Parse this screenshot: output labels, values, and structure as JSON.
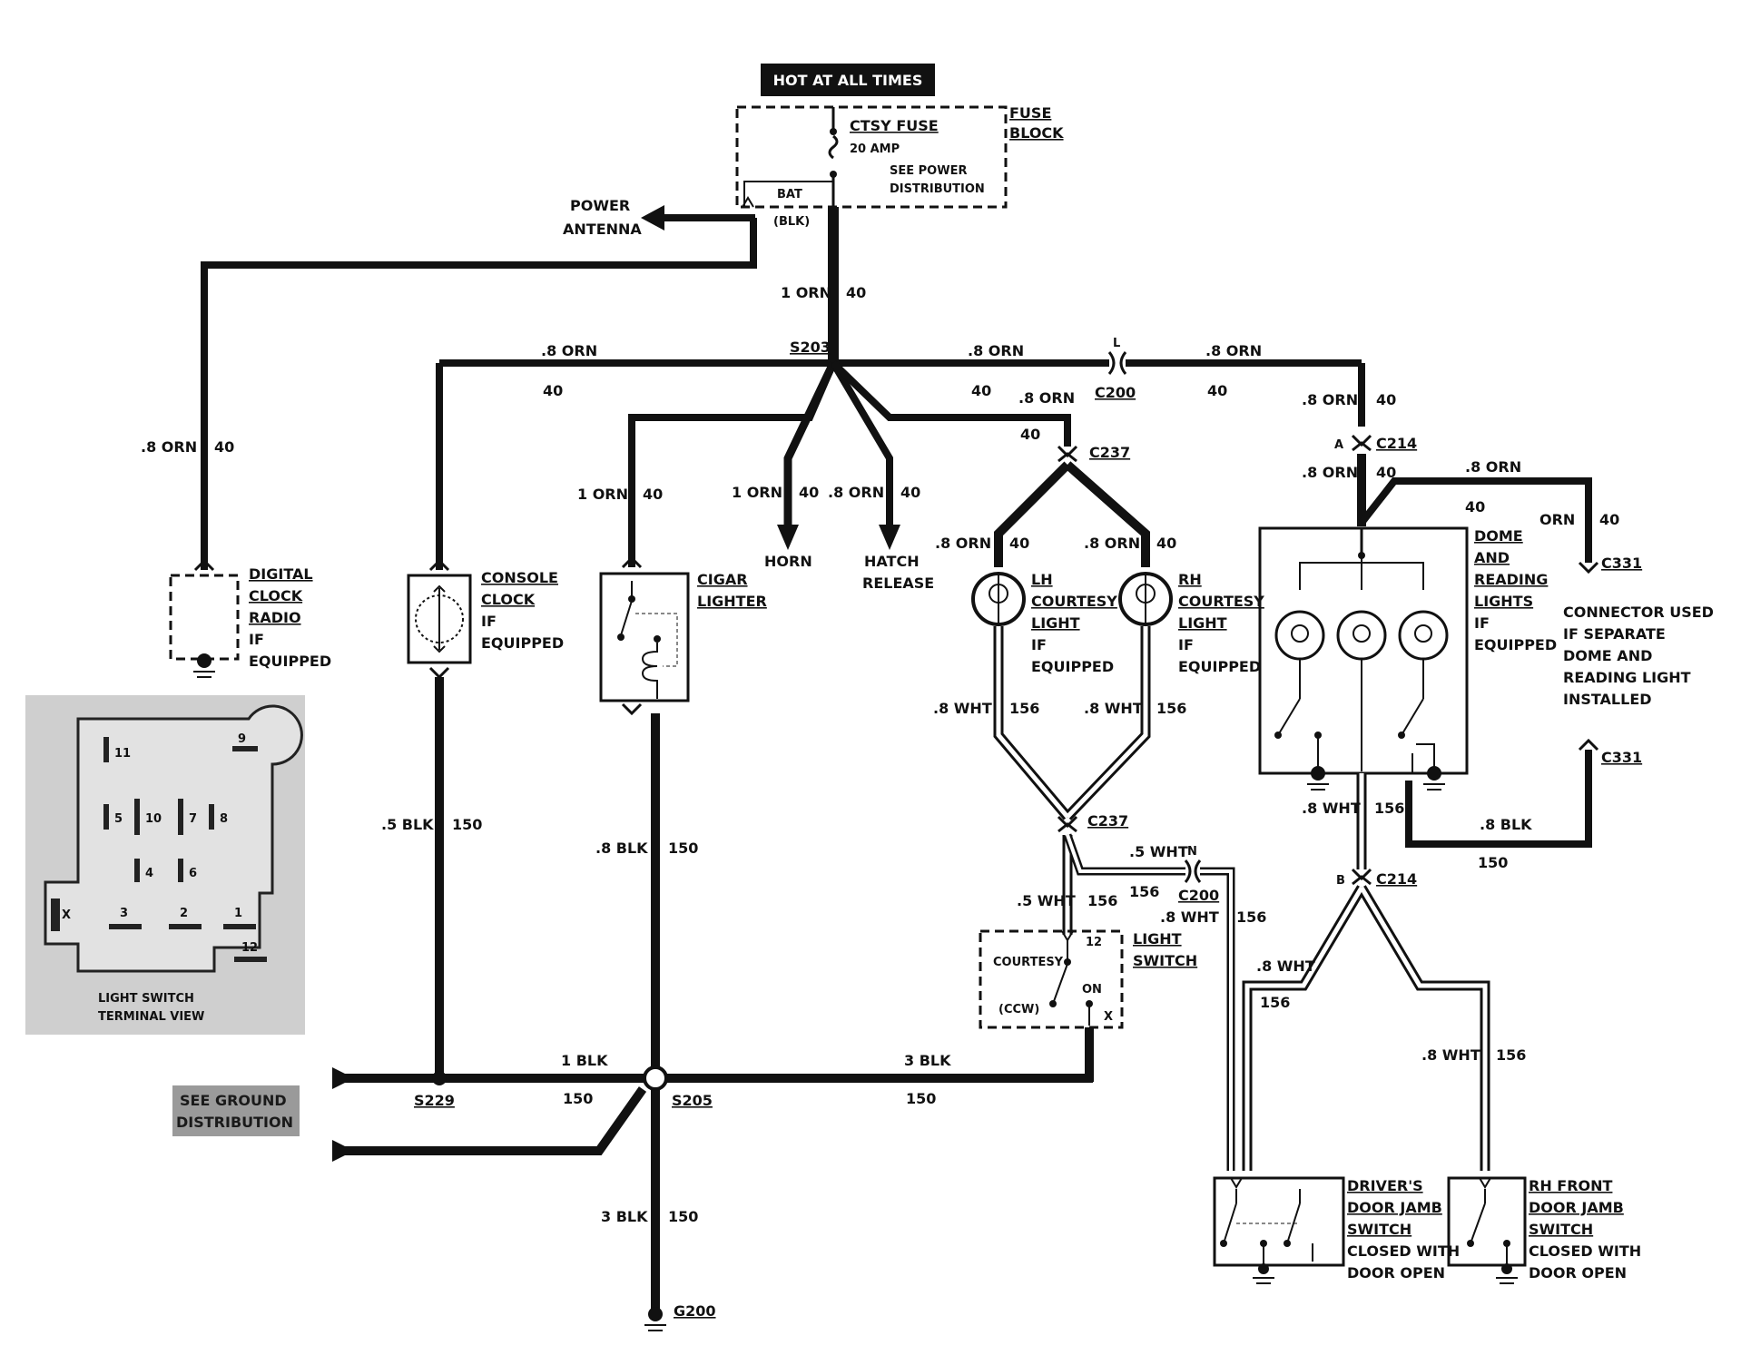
{
  "banner": "HOT AT ALL TIMES",
  "fuse": {
    "name": "CTSY FUSE",
    "amp": "20 AMP",
    "see1": "SEE POWER",
    "see2": "DISTRIBUTION",
    "bat": "BAT",
    "blk": "(BLK)",
    "block1": "FUSE",
    "block2": "BLOCK"
  },
  "power_antenna": [
    "POWER",
    "ANTENNA"
  ],
  "wires": {
    "orn1": "1 ORN",
    "c40": "40",
    "orn08": ".8 ORN",
    "orn": "ORN",
    "wht08": ".8 WHT",
    "wht05": ".5 WHT",
    "c156": "156",
    "blk05": ".5 BLK",
    "blk08": ".8 BLK",
    "blk1": "1 BLK",
    "blk3": "3 BLK",
    "c150": "150"
  },
  "connectors": {
    "s203": "S203",
    "c200": "C200",
    "c200_l": "L",
    "c200_n": "N",
    "c237": "C237",
    "c214": "C214",
    "c214_a": "A",
    "c214_b": "B",
    "c331": "C331",
    "s229": "S229",
    "s205": "S205",
    "g200": "G200"
  },
  "components": {
    "digital_clock_radio": [
      "DIGITAL",
      "CLOCK",
      "RADIO",
      "IF",
      "EQUIPPED"
    ],
    "console_clock": [
      "CONSOLE",
      "CLOCK",
      "IF",
      "EQUIPPED"
    ],
    "cigar_lighter": [
      "CIGAR",
      "LIGHTER"
    ],
    "horn": "HORN",
    "hatch_release": [
      "HATCH",
      "RELEASE"
    ],
    "lh_courtesy": [
      "LH",
      "COURTESY",
      "LIGHT",
      "IF",
      "EQUIPPED"
    ],
    "rh_courtesy": [
      "RH",
      "COURTESY",
      "LIGHT",
      "IF",
      "EQUIPPED"
    ],
    "dome": [
      "DOME",
      "AND",
      "READING",
      "LIGHTS",
      "IF",
      "EQUIPPED"
    ],
    "connector_note": [
      "CONNECTOR USED",
      "IF SEPARATE",
      "DOME AND",
      "READING LIGHT",
      "INSTALLED"
    ],
    "light_switch": [
      "LIGHT",
      "SWITCH"
    ],
    "courtesy": "COURTESY",
    "ccw": "(CCW)",
    "on": "ON",
    "x": "X",
    "pin12": "12",
    "drivers_jamb": [
      "DRIVER'S",
      "DOOR JAMB",
      "SWITCH",
      "CLOSED WITH",
      "DOOR OPEN"
    ],
    "rh_jamb": [
      "RH FRONT",
      "DOOR JAMB",
      "SWITCH",
      "CLOSED WITH",
      "DOOR OPEN"
    ]
  },
  "ground_dist": [
    "SEE GROUND",
    "DISTRIBUTION"
  ],
  "terminal_view": {
    "caption": [
      "LIGHT SWITCH",
      "TERMINAL VIEW"
    ],
    "pins": [
      "11",
      "9",
      "5",
      "10",
      "7",
      "8",
      "4",
      "6",
      "3",
      "2",
      "1",
      "12"
    ],
    "x": "X"
  }
}
